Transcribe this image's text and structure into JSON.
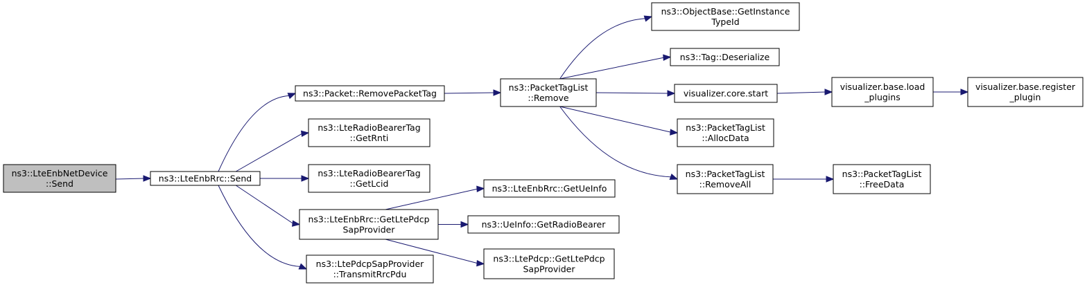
{
  "colors": {
    "edge": "#191970",
    "root_fill": "#bfbfbf",
    "node_fill": "#ffffff",
    "node_border": "#000000"
  },
  "nodes": [
    {
      "id": "n0",
      "lines": [
        "ns3::LteEnbNetDevice",
        "::Send"
      ],
      "root": true
    },
    {
      "id": "n1",
      "lines": [
        "ns3::LteEnbRrc::Send"
      ]
    },
    {
      "id": "n2",
      "lines": [
        "ns3::Packet::RemovePacketTag"
      ]
    },
    {
      "id": "n3",
      "lines": [
        "ns3::LteRadioBearerTag",
        "::GetRnti"
      ]
    },
    {
      "id": "n4",
      "lines": [
        "ns3::LteRadioBearerTag",
        "::GetLcid"
      ]
    },
    {
      "id": "n5",
      "lines": [
        "ns3::LteEnbRrc::GetLtePdcp",
        "SapProvider"
      ]
    },
    {
      "id": "n6",
      "lines": [
        "ns3::LtePdcpSapProvider",
        "::TransmitRrcPdu"
      ]
    },
    {
      "id": "n7",
      "lines": [
        "ns3::PacketTagList",
        "::Remove"
      ]
    },
    {
      "id": "n8",
      "lines": [
        "ns3::LteEnbRrc::GetUeInfo"
      ]
    },
    {
      "id": "n9",
      "lines": [
        "ns3::UeInfo::GetRadioBearer"
      ]
    },
    {
      "id": "n10",
      "lines": [
        "ns3::LtePdcp::GetLtePdcp",
        "SapProvider"
      ]
    },
    {
      "id": "n11",
      "lines": [
        "ns3::ObjectBase::GetInstance",
        "TypeId"
      ]
    },
    {
      "id": "n12",
      "lines": [
        "ns3::Tag::Deserialize"
      ]
    },
    {
      "id": "n13",
      "lines": [
        "visualizer.core.start"
      ]
    },
    {
      "id": "n14",
      "lines": [
        "ns3::PacketTagList",
        "::AllocData"
      ]
    },
    {
      "id": "n15",
      "lines": [
        "ns3::PacketTagList",
        "::RemoveAll"
      ]
    },
    {
      "id": "n16",
      "lines": [
        "visualizer.base.load",
        "_plugins"
      ]
    },
    {
      "id": "n17",
      "lines": [
        "ns3::PacketTagList",
        "::FreeData"
      ]
    },
    {
      "id": "n18",
      "lines": [
        "visualizer.base.register",
        "_plugin"
      ]
    }
  ],
  "edges": [
    [
      "n0",
      "n1"
    ],
    [
      "n1",
      "n2"
    ],
    [
      "n1",
      "n3"
    ],
    [
      "n1",
      "n4"
    ],
    [
      "n1",
      "n5"
    ],
    [
      "n1",
      "n6"
    ],
    [
      "n2",
      "n7"
    ],
    [
      "n5",
      "n8"
    ],
    [
      "n5",
      "n9"
    ],
    [
      "n5",
      "n10"
    ],
    [
      "n7",
      "n11"
    ],
    [
      "n7",
      "n12"
    ],
    [
      "n7",
      "n13"
    ],
    [
      "n7",
      "n14"
    ],
    [
      "n7",
      "n15"
    ],
    [
      "n13",
      "n16"
    ],
    [
      "n15",
      "n17"
    ],
    [
      "n16",
      "n18"
    ]
  ]
}
